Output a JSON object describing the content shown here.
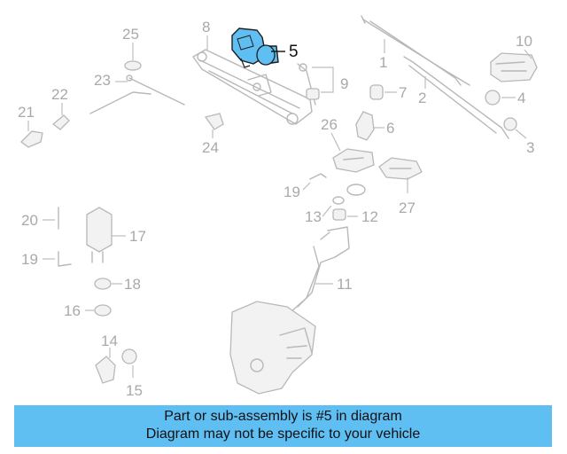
{
  "diagram": {
    "labels": {
      "n1": "1",
      "n2": "2",
      "n3": "3",
      "n4": "4",
      "n5": "5",
      "n6": "6",
      "n7": "7",
      "n8": "8",
      "n9": "9",
      "n10": "10",
      "n11": "11",
      "n12": "12",
      "n13": "13",
      "n14": "14",
      "n15": "15",
      "n16": "16",
      "n17": "17",
      "n18": "18",
      "n19a": "19",
      "n19b": "19",
      "n20": "20",
      "n21": "21",
      "n22": "22",
      "n23": "23",
      "n24": "24",
      "n25": "25",
      "n26": "26",
      "n27": "27"
    },
    "highlight_color": "#5fbef2"
  },
  "banner": {
    "line1": "Part or sub-assembly is #5 in diagram",
    "line2": "Diagram may not be specific to your vehicle"
  }
}
